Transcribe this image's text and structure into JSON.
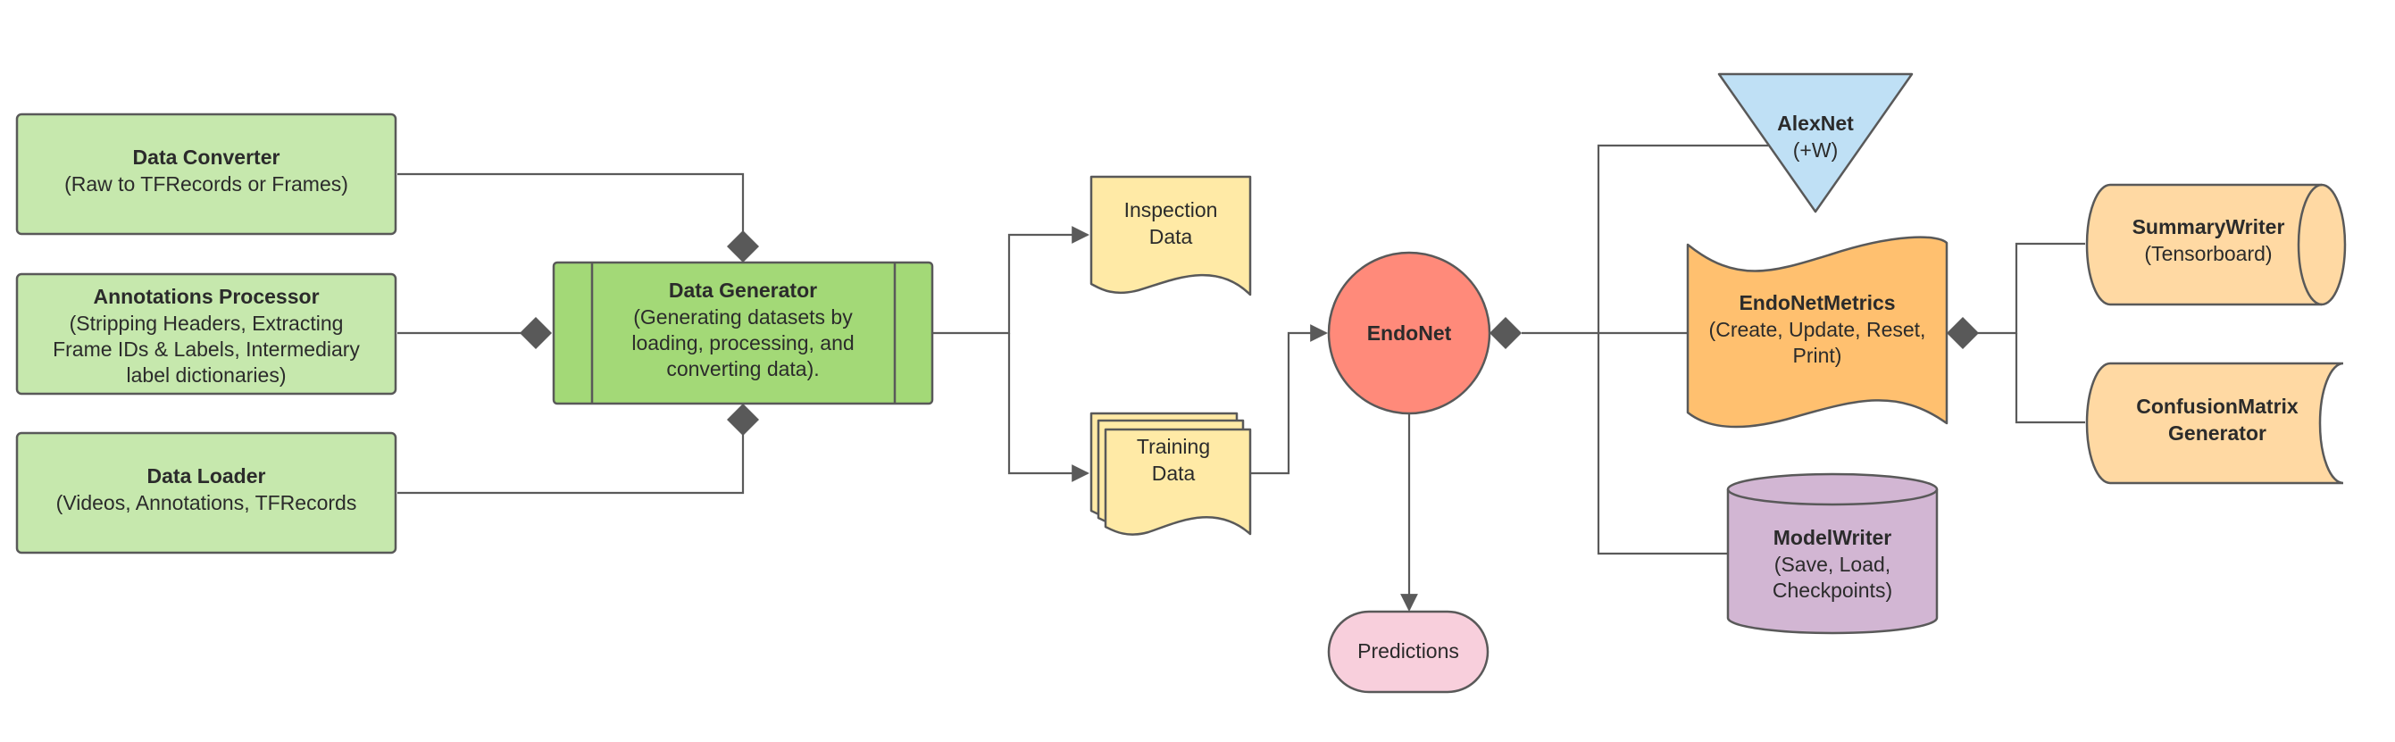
{
  "colors": {
    "green_light": "#c6e8ad",
    "green": "#a3d977",
    "paper_yellow": "#ffeaa6",
    "red": "#ff8a7a",
    "pink": "#f8cfdc",
    "blue": "#bfe0f5",
    "orange": "#ffc06f",
    "peach": "#ffd9a3",
    "purple": "#d2b6d3",
    "stroke": "#595959",
    "line": "#5a5a5a"
  },
  "nodes": {
    "data_converter": {
      "title": "Data Converter",
      "lines": [
        "(Raw to TFRecords or Frames)"
      ]
    },
    "annotations_processor": {
      "title": "Annotations Processor",
      "lines": [
        "(Stripping Headers, Extracting",
        "Frame IDs & Labels, Intermediary",
        "label dictionaries)"
      ]
    },
    "data_loader": {
      "title": "Data Loader",
      "lines": [
        "(Videos, Annotations, TFRecords"
      ]
    },
    "data_generator": {
      "title": "Data Generator",
      "lines": [
        "(Generating datasets by",
        "loading, processing, and",
        "converting data)."
      ]
    },
    "inspection_data": {
      "lines": [
        "Inspection",
        "Data"
      ]
    },
    "training_data": {
      "lines": [
        "Training",
        "Data"
      ]
    },
    "endonet": {
      "title": "EndoNet"
    },
    "predictions": {
      "lines": [
        "Predictions"
      ]
    },
    "alexnet": {
      "title": "AlexNet",
      "lines": [
        "(+W)"
      ]
    },
    "endonet_metrics": {
      "title": "EndoNetMetrics",
      "lines": [
        "(Create, Update, Reset,",
        "Print)"
      ]
    },
    "model_writer": {
      "title": "ModelWriter",
      "lines": [
        "(Save, Load,",
        "Checkpoints)"
      ]
    },
    "summary_writer": {
      "title": "SummaryWriter",
      "lines": [
        "(Tensorboard)"
      ]
    },
    "confusion_matrix": {
      "title": "ConfusionMatrix",
      "lines": [
        "Generator"
      ]
    }
  }
}
